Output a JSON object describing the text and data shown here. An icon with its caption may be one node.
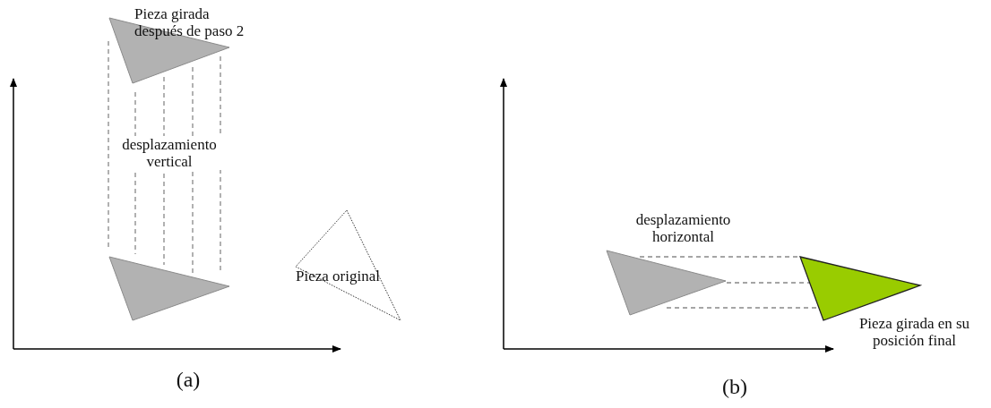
{
  "diagram": {
    "labels": [
      "Pieza girada después de paso 2",
      "desplazamiento vertical",
      "Pieza original",
      "(a)",
      "desplazamiento horizontal",
      "Pieza girada en su posición final",
      "(b)"
    ]
  }
}
